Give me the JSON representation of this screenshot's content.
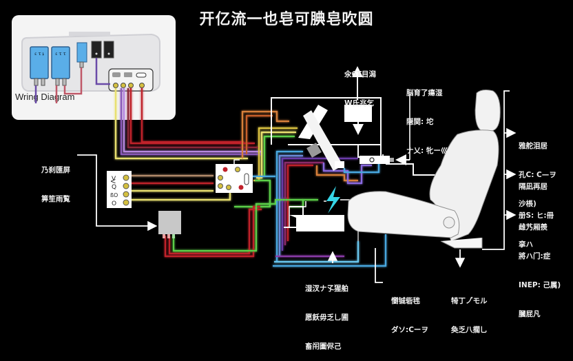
{
  "title": "开亿流一也皂可腆皂吹圆",
  "inset": {
    "label": "Wring Diagram",
    "relay_labels": [
      "ɛ ፒ ኔ",
      "ɛ ፒ ፒ"
    ],
    "module_labels": [
      "ፃ",
      "ɑ"
    ]
  },
  "annotations": {
    "top_center": [
      "氽6T目潟",
      "W氐兆乞"
    ],
    "top_right": [
      "脳育了瘍湿",
      "隠関: 坨",
      "ナ乂: 牝ー巛"
    ],
    "right_1": [
      "雅舵泪居",
      "孔C: C—ヲ",
      "沙棖)"
    ],
    "right_2": [
      "隔凪再居",
      "册S: ヒ:冊",
      "挛ハ"
    ],
    "right_3": [
      "雌艿厢羨",
      "將ハ门:症",
      "INEP: 己属)",
      "膕屁凡"
    ],
    "left": [
      "乃刹匯屏",
      "箅笙雨覧"
    ],
    "bottom_1": [
      "湿汊ナ孓猩舶",
      "愿飫毋乏乚圃",
      "畜闬圖侭己"
    ],
    "bottom_2": [
      "懰铖砦毪",
      "ダソ:Cーヲ"
    ],
    "bottom_3": [
      "犄丁ノ゙モル",
      "奐乏八擱乚"
    ]
  },
  "connector_left_glyphs": [
    "V",
    "Q",
    "ßO",
    "O"
  ],
  "icons": {
    "bolt": "lightning-bolt-icon"
  },
  "colors": {
    "background": "#000000",
    "wire_yellow": "#e8e070",
    "wire_purple": "#8a5ab8",
    "wire_red": "#c0202a",
    "wire_orange": "#d8803a",
    "wire_green": "#5ccf4a",
    "wire_blue": "#4aa8e0",
    "wire_tan": "#b08a6a",
    "bolt": "#36d6e8",
    "relay_blue": "#5aaee8"
  }
}
